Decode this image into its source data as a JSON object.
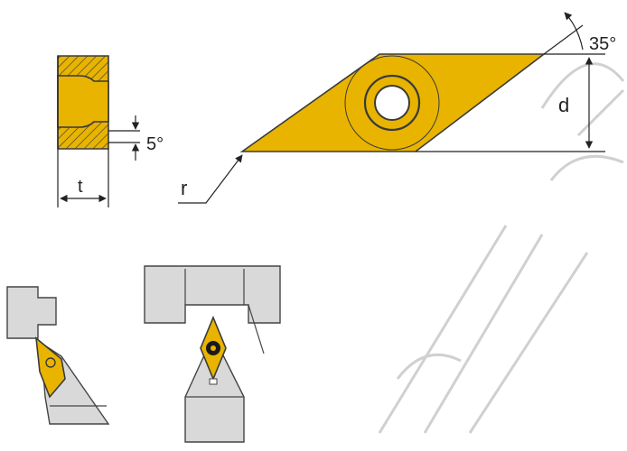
{
  "labels": {
    "angle_top": "35°",
    "angle_side": "5°",
    "dim_t": "t",
    "dim_d": "d",
    "dim_r": "r"
  },
  "colors": {
    "insert_fill": "#e8b400",
    "holder_gray": "#d9d9d9",
    "outline": "#3a3a3a"
  }
}
